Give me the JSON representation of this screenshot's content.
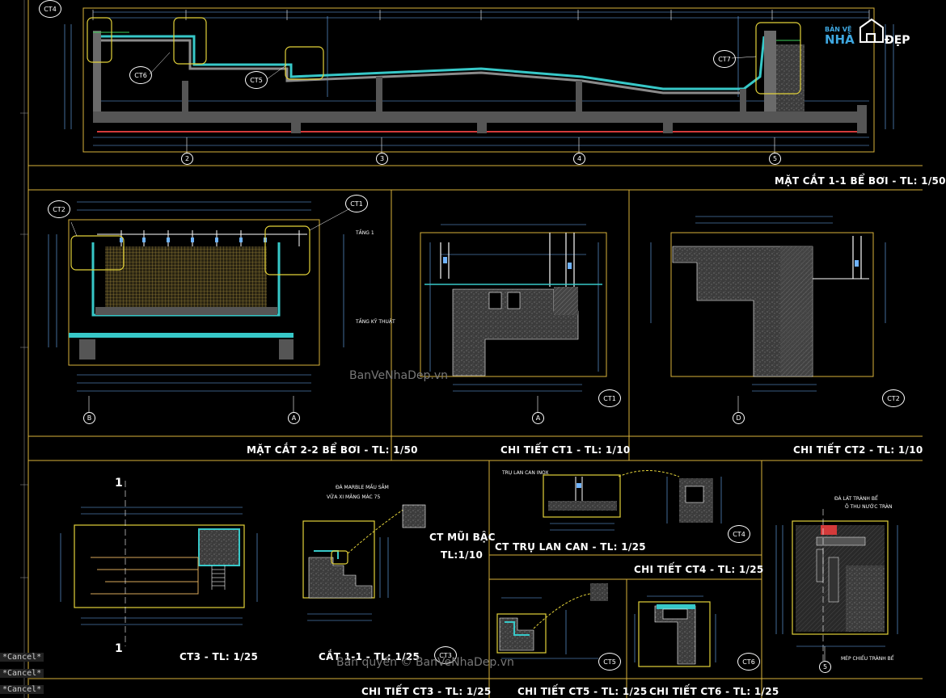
{
  "titles": {
    "section_1_1": "MẶT CẮT 1-1 BỂ BƠI - TL: 1/50",
    "section_2_2": "MẶT CẮT 2-2 BỂ BƠI - TL: 1/50",
    "detail_ct1": "CHI TIẾT CT1 - TL: 1/10",
    "detail_ct2": "CHI TIẾT CT2 - TL: 1/10",
    "ct3": "CT3 - TL: 1/25",
    "cat_1_1": "CẮT 1-1 - TL: 1/25",
    "ct_mui_bac": "CT MŨI BẬC",
    "ct_mui_bac_scale": "TL:1/10",
    "ct_tru_lan_can": "CT TRỤ LAN CAN - TL: 1/25",
    "detail_ct4": "CHI TIẾT CT4 - TL: 1/25",
    "detail_ct3": "CHI TIẾT CT3 - TL: 1/25",
    "detail_ct5": "CHI TIẾT CT5 - TL: 1/25",
    "detail_ct6": "CHI TIẾT CT6 - TL: 1/25"
  },
  "callouts": {
    "ct1": "CT1",
    "ct2": "CT2",
    "ct3": "CT3",
    "ct4": "CT4",
    "ct5": "CT5",
    "ct6": "CT6",
    "ct7": "CT7"
  },
  "axes": {
    "a2": "2",
    "a3": "3",
    "a4": "4",
    "a5": "5",
    "aB": "B",
    "aA": "A",
    "aA2": "A",
    "aD": "D",
    "a5b": "5"
  },
  "section_marks": {
    "one": "1",
    "one_b": "1"
  },
  "command_lines": [
    "*Cancel*",
    "*Cancel*",
    "*Cancel*"
  ],
  "watermarks": {
    "mid": "BanVeNhaDep.vn",
    "bottom": "Bản quyền © BanVeNhaDep.vn"
  },
  "logo": {
    "line1": "BẢN VẼ",
    "line2": "NHÀ",
    "line3": "ĐẸP"
  },
  "labels": {
    "tang1": "TẦNG 1",
    "tang_tt": "TẦNG KỸ THUẬT",
    "note1": "ĐÁ MARBLE MẦU SẪM",
    "note2": "VỮA XI MĂNG MÁC 75",
    "note3": "TRỤ LAN CAN INOX",
    "note4": "ĐÁ LÁT TRÀNH BỂ",
    "note5": "Ô THU NƯỚC TRÀN",
    "note6": "MÉP CHIẾU TRÀNH BỂ"
  },
  "colors": {
    "frame": "#d9b23a",
    "line": "#ffffff",
    "cyan": "#37c8c8",
    "dim": "#6fb3ff",
    "red": "#d43a3a",
    "wall": "#5a5a5a",
    "hatch": "#b59a3f",
    "green": "#3ed25b"
  }
}
